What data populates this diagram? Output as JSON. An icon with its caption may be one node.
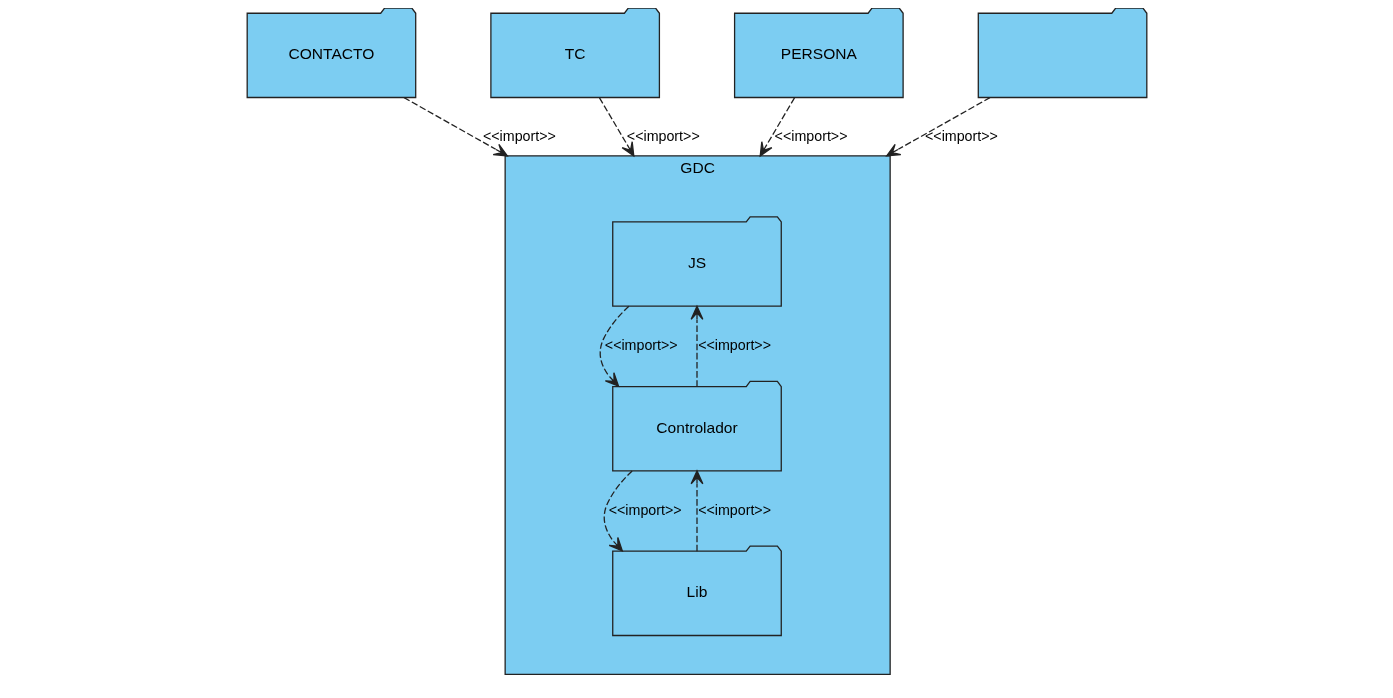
{
  "diagram": {
    "nodes": [
      {
        "text": [
          "CONTACTO"
        ]
      },
      {
        "text": [
          "TC"
        ]
      },
      {
        "text": [
          "GDC"
        ]
      },
      {
        "text": [
          "JS"
        ],
        "in": 2
      },
      {
        "text": [
          "Lib"
        ],
        "in": 2
      },
      {
        "text": [
          "Controlador"
        ],
        "in": 2
      },
      {
        "text": [
          "PERSONA"
        ]
      },
      {
        "text": [],
        "shape": "folder"
      }
    ],
    "edges": [
      {
        "from": 0,
        "to": 2,
        "arrow": "to",
        "label": "<<import>>",
        "style": "dashed"
      },
      {
        "from": 1,
        "to": 2,
        "arrow": "to",
        "label": "<<import>>",
        "style": "dashed"
      },
      {
        "from": 6,
        "to": 2,
        "arrow": "to",
        "label": "<<import>>",
        "style": "dashed"
      },
      {
        "from": 5,
        "to": 3,
        "arrow": "to",
        "label": "<<import>>",
        "style": "dashed"
      },
      {
        "from": 5,
        "to": 4,
        "arrow": "to",
        "label": "<<import>>",
        "style": "dashed"
      },
      {
        "from": 7,
        "to": 2,
        "arrow": "to",
        "label": "<<import>>",
        "style": "dashed"
      },
      {
        "from": 3,
        "to": 5,
        "arrow": "to",
        "label": "<<import>>",
        "style": "dashed"
      },
      {
        "from": 4,
        "to": 5,
        "arrow": "to",
        "label": "<<import>>",
        "style": "dashed"
      }
    ]
  }
}
